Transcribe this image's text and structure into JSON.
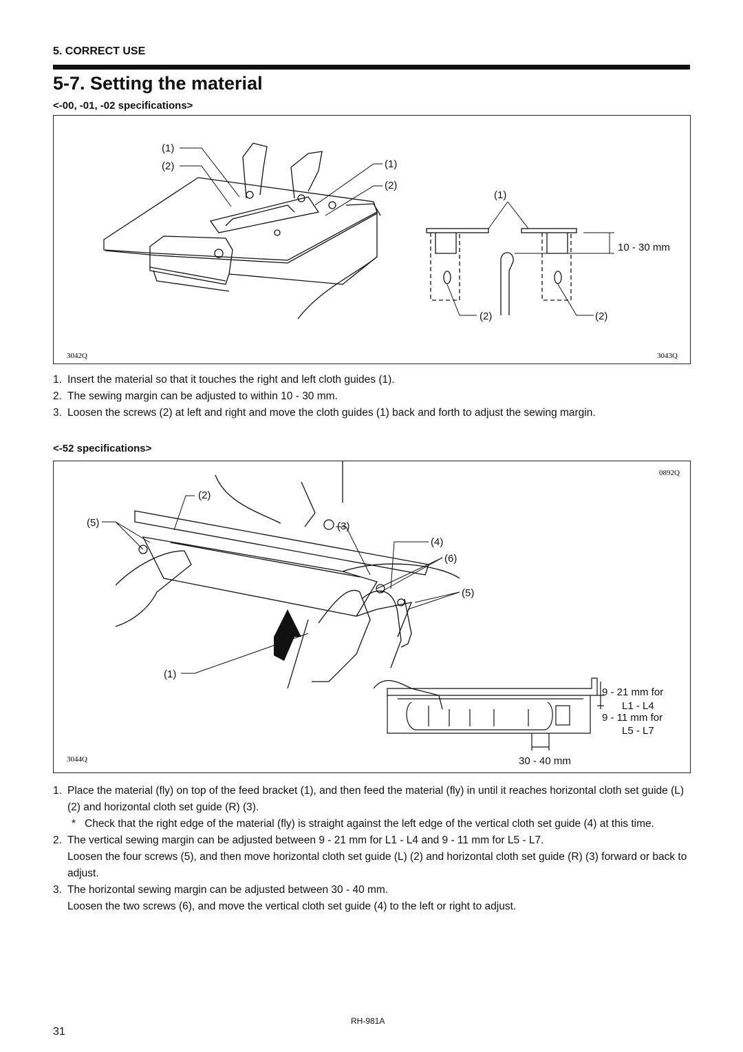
{
  "header": {
    "section": "5. CORRECT USE",
    "title": "5-7.  Setting the material"
  },
  "spec1": {
    "heading": "<-00, -01, -02 specifications>",
    "fig_left_code": "3042Q",
    "fig_right_code": "3043Q",
    "callouts": {
      "c1": "(1)",
      "c2": "(2)"
    },
    "margin_label": "10 - 30 mm",
    "steps": [
      {
        "num": "1.",
        "text": "Insert the material so that it touches the right and left cloth guides (1)."
      },
      {
        "num": "2.",
        "text": "The sewing margin can be adjusted to within 10 - 30 mm."
      },
      {
        "num": "3.",
        "text": "Loosen the screws (2) at left and right and move the cloth guides (1) back and forth to adjust the sewing margin."
      }
    ]
  },
  "spec2": {
    "heading": "<-52 specifications>",
    "fig_code_top": "0892Q",
    "fig_code_bottom": "3044Q",
    "callouts": {
      "c1": "(1)",
      "c2": "(2)",
      "c3": "(3)",
      "c4": "(4)",
      "c5": "(5)",
      "c6": "(6)"
    },
    "dim_l1": "9 - 21 mm for",
    "dim_l1b": "L1 - L4",
    "dim_l2": "9 - 11 mm for",
    "dim_l2b": "L5 - L7",
    "dim_h": "30 - 40 mm",
    "step1": {
      "num": "1.",
      "text": "Place the material (fly) on top of the feed bracket (1), and then feed the material (fly) in until it reaches horizontal cloth set guide (L) (2) and horizontal cloth set guide (R) (3)."
    },
    "note": {
      "star": "*",
      "text": "Check that the right edge of the material (fly) is straight against the left edge of the vertical cloth set guide (4) at this time."
    },
    "step2": {
      "num": "2.",
      "text": "The vertical sewing margin can be adjusted between 9 - 21 mm for L1 - L4 and 9 - 11 mm for L5 - L7."
    },
    "step2_cont": "Loosen the four screws (5), and then move horizontal cloth set guide (L) (2) and horizontal cloth set guide (R) (3) forward or back to adjust.",
    "step3": {
      "num": "3.",
      "text": "The horizontal sewing margin can be adjusted between 30 - 40 mm."
    },
    "step3_cont": "Loosen the two screws (6), and move the vertical cloth set guide (4) to the left or right to adjust."
  },
  "footer": {
    "model": "RH-981A",
    "page": "31"
  }
}
